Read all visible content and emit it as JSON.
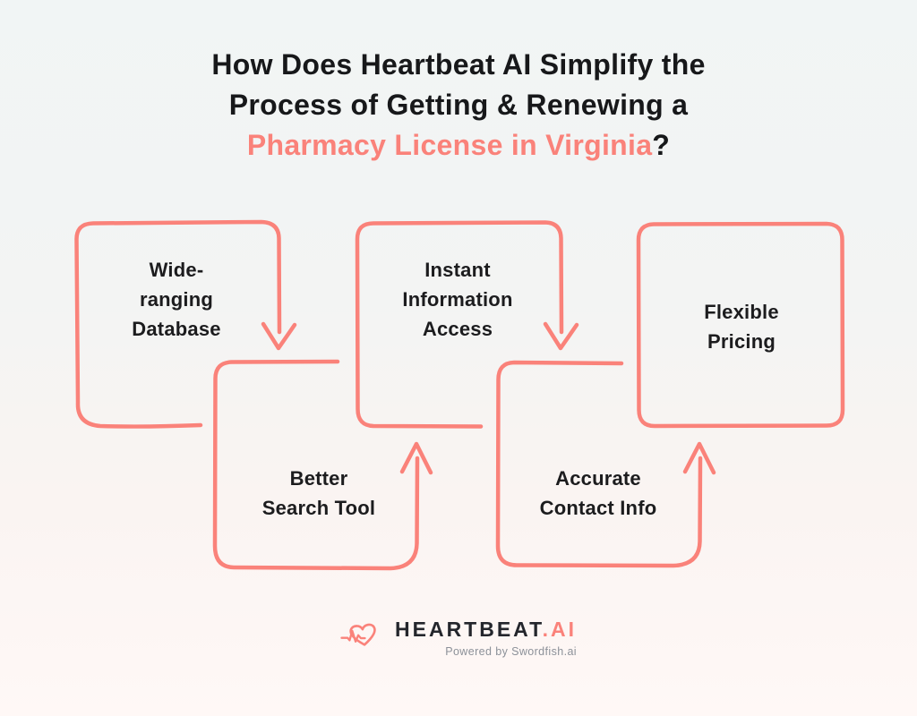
{
  "title": {
    "line1": "How Does Heartbeat AI Simplify the",
    "line2": "Process of Getting & Renewing a",
    "line3_highlight": "Pharmacy License in Virginia",
    "line3_suffix": "?"
  },
  "boxes": [
    {
      "id": "wide-ranging-database",
      "lines": [
        "Wide-",
        "ranging",
        "Database"
      ]
    },
    {
      "id": "better-search-tool",
      "lines": [
        "Better",
        "Search Tool"
      ]
    },
    {
      "id": "instant-information-access",
      "lines": [
        "Instant",
        "Information",
        "Access"
      ]
    },
    {
      "id": "accurate-contact-info",
      "lines": [
        "Accurate",
        "Contact Info"
      ]
    },
    {
      "id": "flexible-pricing",
      "lines": [
        "Flexible",
        "Pricing"
      ]
    }
  ],
  "footer": {
    "brand": "HEARTBEAT",
    "brand_suffix": ".AI",
    "tagline": "Powered by Swordfish.ai",
    "icon": "heart-pulse-icon"
  },
  "colors": {
    "accent": "#FA827A",
    "title_text": "#17181A",
    "box_text": "#1C1C1E",
    "brand_text": "#24262C",
    "tagline_text": "#8C9199",
    "bg_top": "#F1F5F5",
    "bg_bottom": "#FFF8F6"
  }
}
